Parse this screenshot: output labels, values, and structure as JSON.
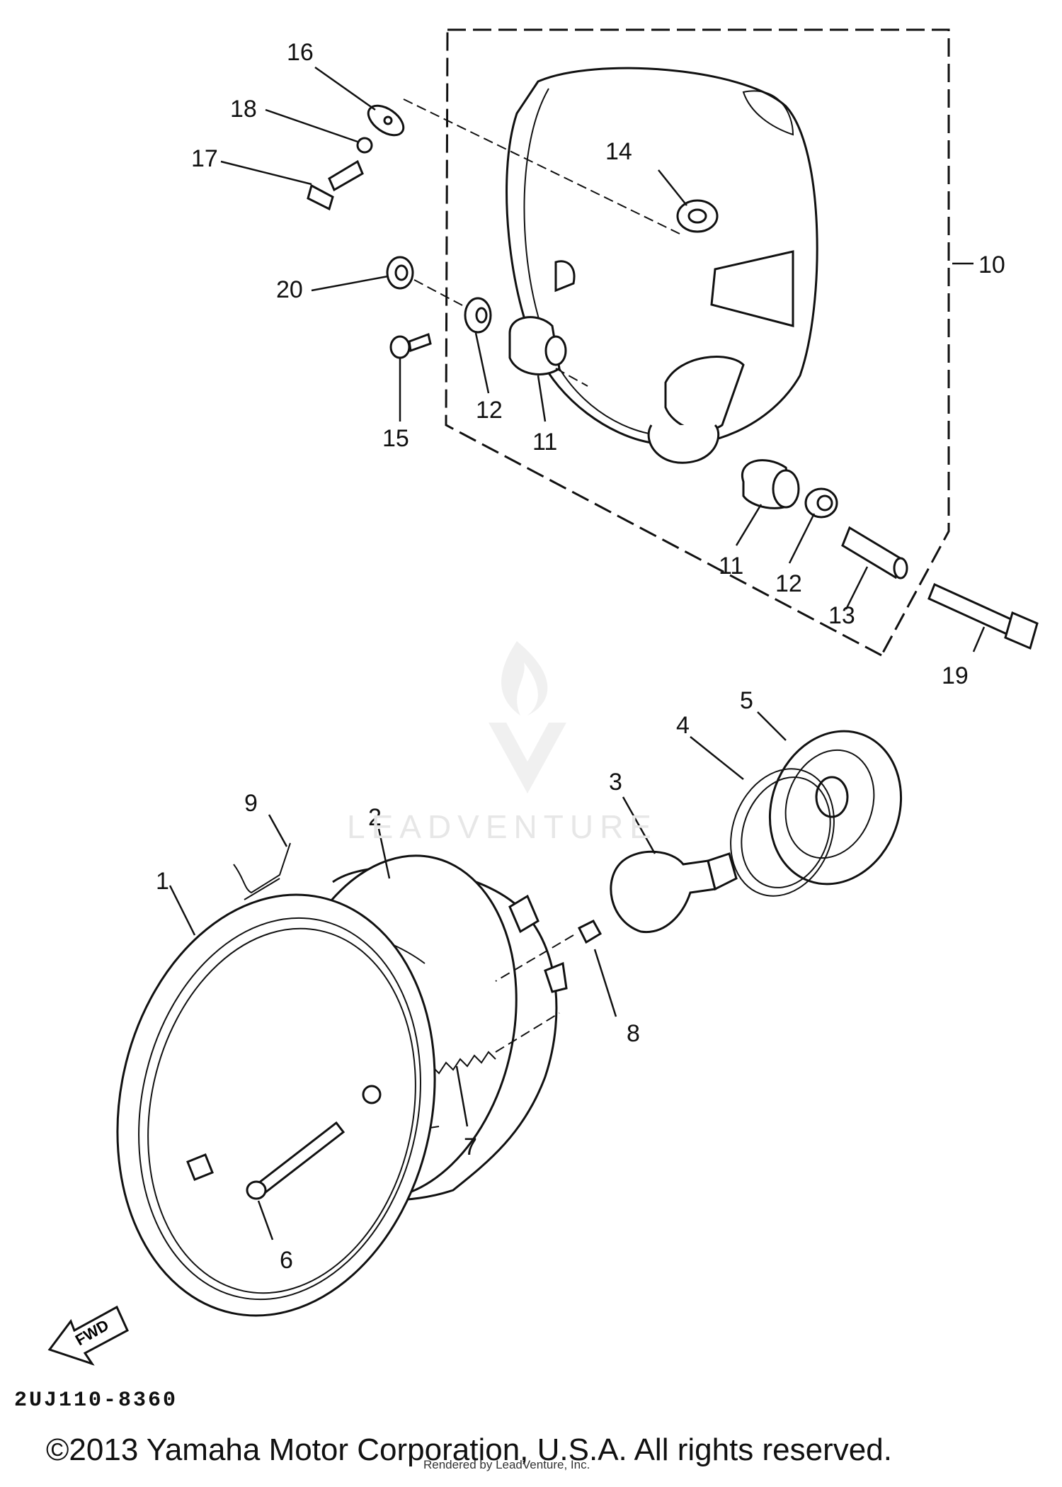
{
  "diagram": {
    "callouts": [
      {
        "id": "1",
        "text": "1"
      },
      {
        "id": "2",
        "text": "2"
      },
      {
        "id": "3",
        "text": "3"
      },
      {
        "id": "4",
        "text": "4"
      },
      {
        "id": "5",
        "text": "5"
      },
      {
        "id": "6",
        "text": "6"
      },
      {
        "id": "7",
        "text": "7"
      },
      {
        "id": "8",
        "text": "8"
      },
      {
        "id": "9",
        "text": "9"
      },
      {
        "id": "10",
        "text": "10"
      },
      {
        "id": "11a",
        "text": "11"
      },
      {
        "id": "11b",
        "text": "11"
      },
      {
        "id": "12a",
        "text": "12"
      },
      {
        "id": "12b",
        "text": "12"
      },
      {
        "id": "13",
        "text": "13"
      },
      {
        "id": "14",
        "text": "14"
      },
      {
        "id": "15",
        "text": "15"
      },
      {
        "id": "16",
        "text": "16"
      },
      {
        "id": "17",
        "text": "17"
      },
      {
        "id": "18",
        "text": "18"
      },
      {
        "id": "19",
        "text": "19"
      },
      {
        "id": "20",
        "text": "20"
      }
    ],
    "fwd_arrow_label": "FWD",
    "diagram_code": "2UJ110-8360",
    "watermark": "LEADVENTURE",
    "copyright": "©2013 Yamaha Motor Corporation, U.S.A. All rights reserved.",
    "rendered_by": "Rendered by LeadVenture, Inc."
  }
}
